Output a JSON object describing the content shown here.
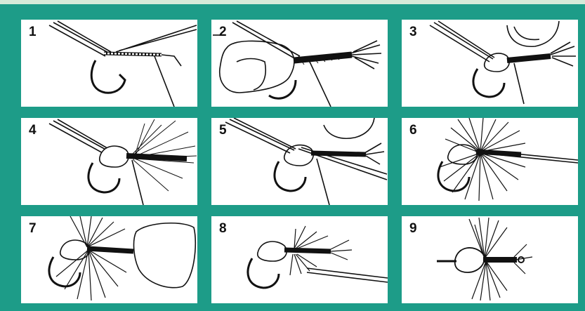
{
  "background_color": "#1d9c88",
  "panel_color": "#ffffff",
  "steps": [
    {
      "number": "1"
    },
    {
      "number": "2"
    },
    {
      "number": "3"
    },
    {
      "number": "4"
    },
    {
      "number": "5"
    },
    {
      "number": "6"
    },
    {
      "number": "7"
    },
    {
      "number": "8"
    },
    {
      "number": "9"
    }
  ]
}
